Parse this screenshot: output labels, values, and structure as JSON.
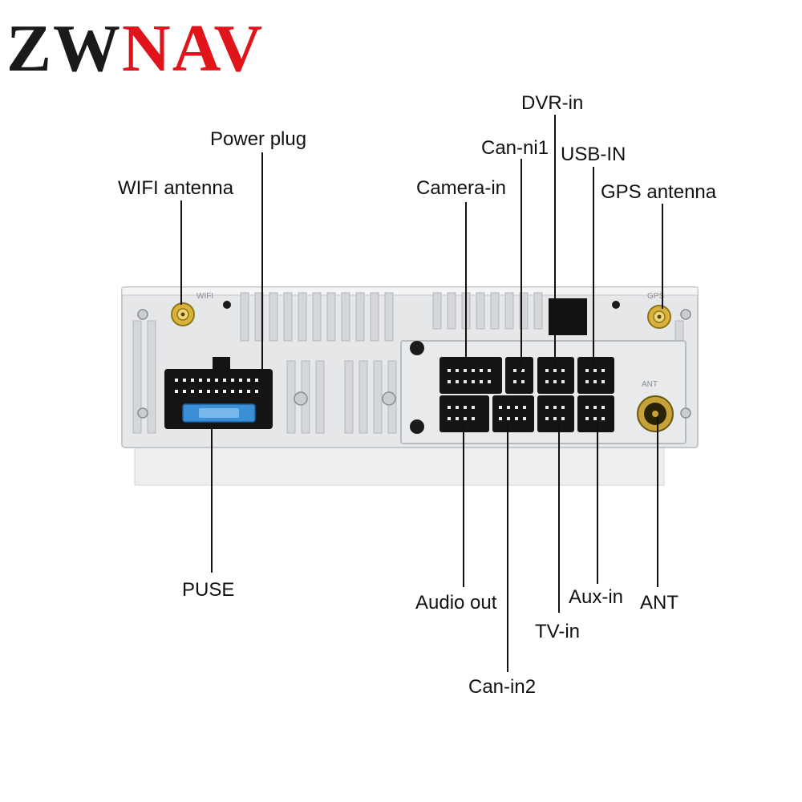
{
  "brand": {
    "logo_text": "ZWNAV",
    "colors": {
      "dark": "#1a1a1a",
      "accent": "#e0141a"
    }
  },
  "labels": {
    "wifi_antenna": "WIFI antenna",
    "power_plug": "Power plug",
    "puse": "PUSE",
    "camera_in": "Camera-in",
    "can_ni1": "Can-ni1",
    "dvr_in": "DVR-in",
    "usb_in": "USB-IN",
    "gps_antenna": "GPS antenna",
    "audio_out": "Audio out",
    "can_in2": "Can-in2",
    "tv_in": "TV-in",
    "aux_in": "Aux-in",
    "ant": "ANT"
  },
  "panel_markings": {
    "wifi": "WIFI",
    "gps": "GPS",
    "ant": "ANT"
  },
  "colors": {
    "chassis": "#e6e7e9",
    "chassis_shadow": "#cfd1d4",
    "connector": "#141414",
    "fuse": "#3a8fd6",
    "antenna_gold": "#c9a227"
  }
}
